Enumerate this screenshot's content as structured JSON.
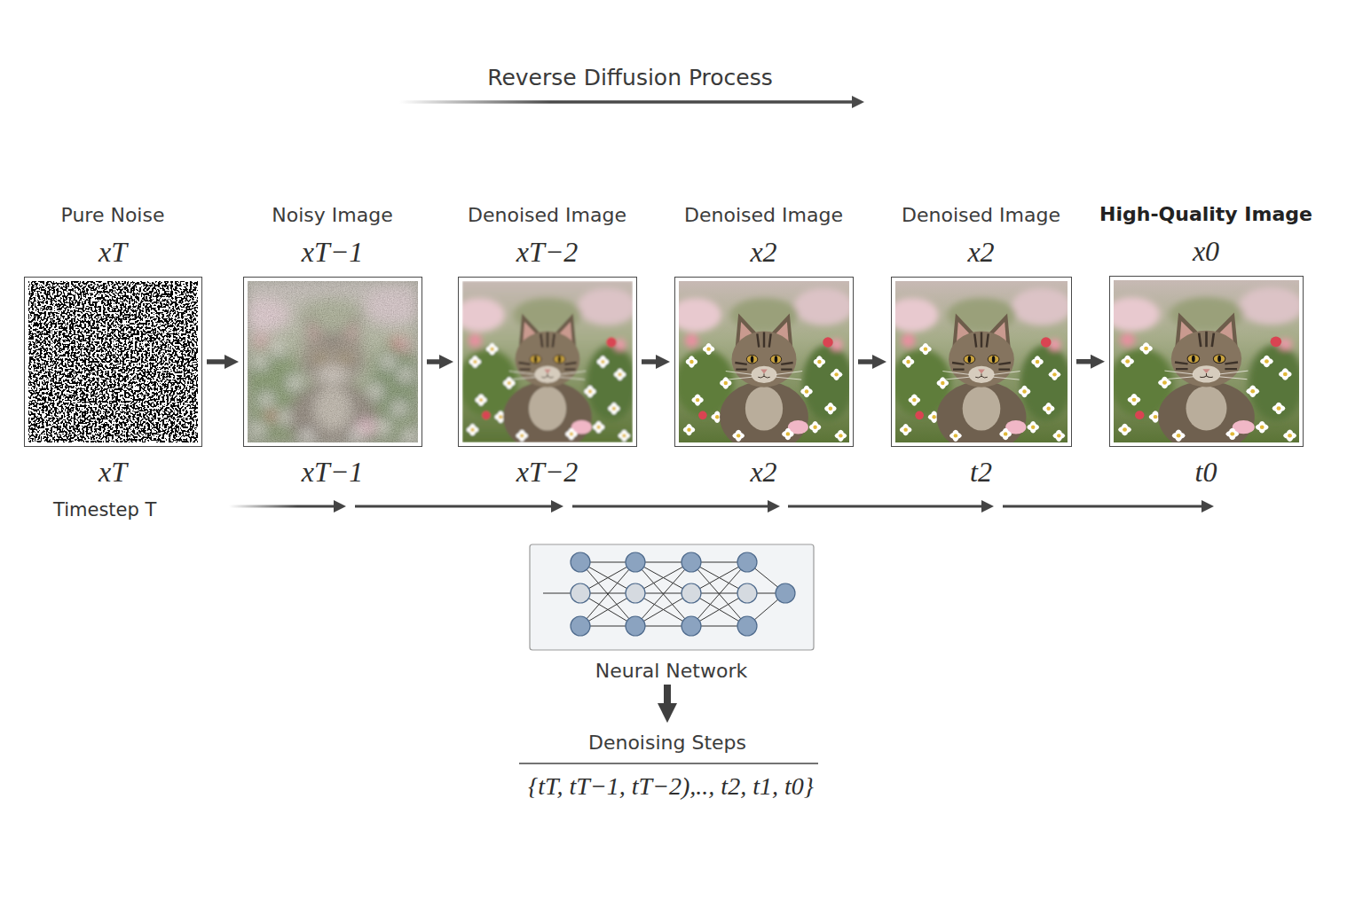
{
  "diagram": {
    "title": "Reverse Diffusion Process",
    "nodes": [
      {
        "text": [
          "Pure Noise",
          "xT",
          "xT"
        ]
      },
      {
        "text": [
          "Noisy Image",
          "xT−1",
          "xT−1"
        ]
      },
      {
        "text": [
          "Denoised Image",
          "xT−2",
          "xT−2"
        ]
      },
      {
        "text": [
          "Denoised Image",
          "x2",
          "x2"
        ]
      },
      {
        "text": [
          "Denoised Image",
          "x2",
          "t2"
        ]
      },
      {
        "text": [
          "High-Quality Image",
          "x0",
          "t0"
        ]
      },
      {
        "text": [
          "Neural Network"
        ]
      }
    ],
    "edges": [
      {
        "from": 0,
        "to": 1,
        "arrow": "to"
      },
      {
        "from": 1,
        "to": 2,
        "arrow": "to"
      },
      {
        "from": 2,
        "to": 3,
        "arrow": "to"
      },
      {
        "from": 3,
        "to": 4,
        "arrow": "to"
      },
      {
        "from": 4,
        "to": 5,
        "arrow": "to"
      }
    ],
    "labels": [
      "Timestep T",
      "Denoising Steps",
      "{tT, tT−1, tT−2),.., t2, t1, t0}"
    ]
  }
}
